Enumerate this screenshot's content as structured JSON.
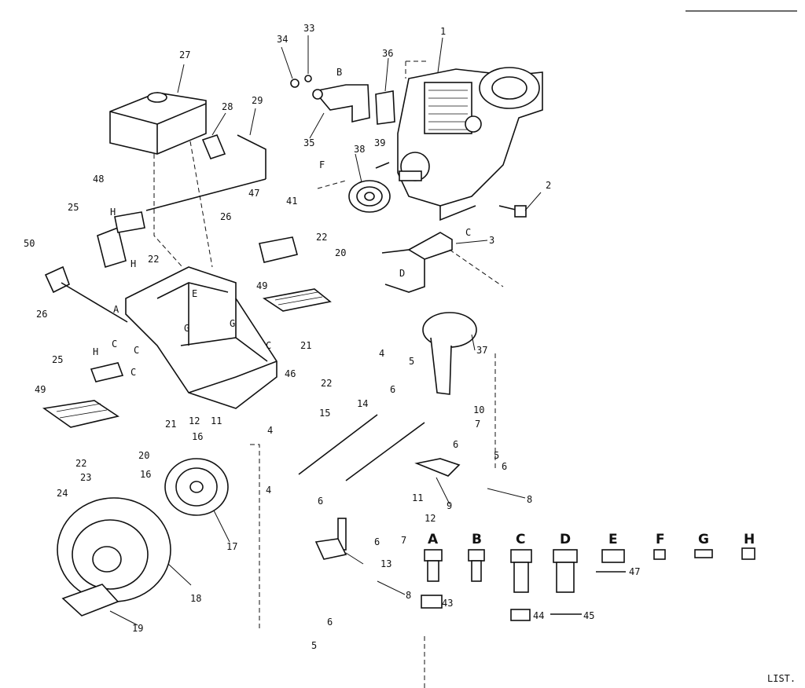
{
  "callouts": {
    "n1": "1",
    "n2": "2",
    "n3": "3",
    "n4a": "4",
    "n4b": "4",
    "n4c": "4",
    "n5a": "5",
    "n5b": "5",
    "n5c": "5",
    "n6a": "6",
    "n6b": "6",
    "n6c": "6",
    "n6d": "6",
    "n6e": "6",
    "n6f": "6",
    "n7a": "7",
    "n7b": "7",
    "n8a": "8",
    "n8b": "8",
    "n9": "9",
    "n10": "10",
    "n11a": "11",
    "n11b": "11",
    "n12a": "12",
    "n12b": "12",
    "n13": "13",
    "n14": "14",
    "n15": "15",
    "n16a": "16",
    "n16b": "16",
    "n17": "17",
    "n18": "18",
    "n19": "19",
    "n20a": "20",
    "n20b": "20",
    "n21a": "21",
    "n21b": "21",
    "n22a": "22",
    "n22b": "22",
    "n22c": "22",
    "n22d": "22",
    "n23": "23",
    "n24": "24",
    "n25a": "25",
    "n25b": "25",
    "n26a": "26",
    "n26b": "26",
    "n27": "27",
    "n28": "28",
    "n29": "29",
    "n33": "33",
    "n34": "34",
    "n35": "35",
    "n36": "36",
    "n37": "37",
    "n38": "38",
    "n39": "39",
    "n41": "41",
    "n43": "43",
    "n44": "44",
    "n45": "45",
    "n46": "46",
    "n47a": "47",
    "n47b": "47",
    "n48": "48",
    "n49a": "49",
    "n49b": "49",
    "n50": "50"
  },
  "letters": {
    "a1": "A",
    "b1": "B",
    "c1": "C",
    "c2": "C",
    "c3": "C",
    "c4": "C",
    "c5": "C",
    "d1": "D",
    "e1": "E",
    "f1": "F",
    "g1": "G",
    "g2": "G",
    "h1": "H",
    "h2": "H",
    "h3": "H"
  },
  "hardware_key": [
    {
      "letter": "A"
    },
    {
      "letter": "B"
    },
    {
      "letter": "C"
    },
    {
      "letter": "D"
    },
    {
      "letter": "E"
    },
    {
      "letter": "F"
    },
    {
      "letter": "G"
    },
    {
      "letter": "H"
    }
  ],
  "footer_text": "LIST."
}
